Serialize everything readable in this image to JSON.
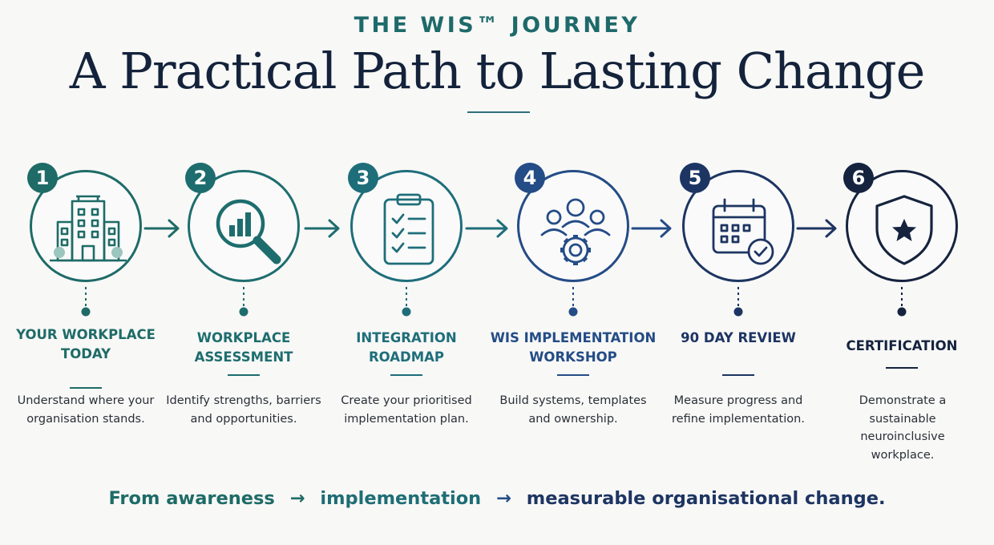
{
  "header": {
    "eyebrow": "THE WIS™ JOURNEY",
    "title": "A Practical Path to Lasting Change"
  },
  "steps": [
    {
      "number": "1",
      "label": "YOUR WORKPLACE TODAY",
      "description": "Understand where your organisation stands.",
      "icon": "building-icon",
      "color": "#1e6b67"
    },
    {
      "number": "2",
      "label": "WORKPLACE ASSESSMENT",
      "description": "Identify strengths, barriers and opportunities.",
      "icon": "magnifier-chart-icon",
      "color": "#1e6d6e"
    },
    {
      "number": "3",
      "label": "INTEGRATION ROADMAP",
      "description": "Create your prioritised implementation plan.",
      "icon": "clipboard-checklist-icon",
      "color": "#1e6e7a"
    },
    {
      "number": "4",
      "label": "WIS IMPLEMENTATION WORKSHOP",
      "description": "Build systems, templates and ownership.",
      "icon": "team-gear-icon",
      "color": "#244c86"
    },
    {
      "number": "5",
      "label": "90 DAY REVIEW",
      "description": "Measure progress and refine implementation.",
      "icon": "calendar-check-icon",
      "color": "#1d3562"
    },
    {
      "number": "6",
      "label": "CERTIFICATION",
      "description": "Demonstrate a sustainable neuroinclusive workplace.",
      "icon": "shield-star-icon",
      "color": "#15233e"
    }
  ],
  "tagline": {
    "part1": "From awareness",
    "arrow1": "→",
    "part2": "implementation",
    "arrow2": "→",
    "part3": "measurable organisational change.",
    "colors": [
      "#1e6b67",
      "#1e6b67",
      "#1e6d75",
      "#244c86",
      "#1d3562"
    ]
  }
}
